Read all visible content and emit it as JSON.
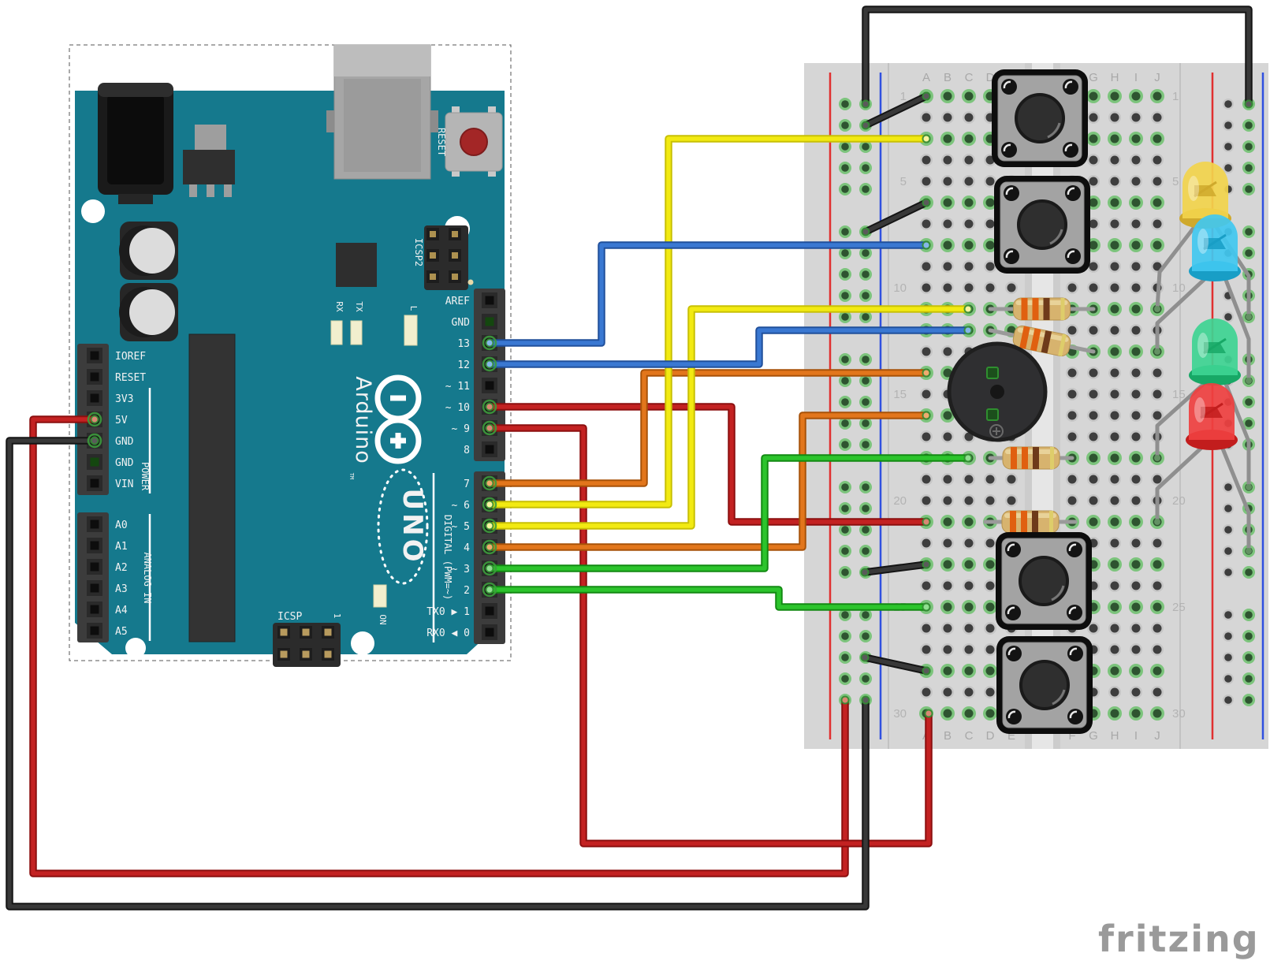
{
  "board": {
    "brand": "Arduino",
    "trademark": "TM",
    "model": "UNO",
    "reset_label": "RESET",
    "icsp2_label": "ICSP2",
    "icsp_label": "ICSP",
    "icsp_pin1": "1",
    "on_label": "ON",
    "rx_label": "RX",
    "tx_label": "TX",
    "l_label": "L",
    "power_caption": "POWER",
    "analog_caption": "ANALOG IN",
    "digital_caption": "DIGITAL (PWM=~)",
    "power_pins": [
      "IOREF",
      "RESET",
      "3V3",
      "5V",
      "GND",
      "GND",
      "VIN"
    ],
    "analog_pins": [
      "A0",
      "A1",
      "A2",
      "A3",
      "A4",
      "A5"
    ],
    "digital_pins_top": [
      "AREF",
      "GND",
      "13",
      "12",
      "~ 11",
      "~ 10",
      "~ 9",
      "8"
    ],
    "digital_pins_bottom": [
      "7",
      "~ 6",
      "~ 5",
      "4",
      "~ 3",
      "2",
      "TX0 ▶ 1",
      "RX0 ◀ 0"
    ]
  },
  "breadboard": {
    "column_letters": [
      "A",
      "B",
      "C",
      "D",
      "E",
      "F",
      "G",
      "H",
      "I",
      "J"
    ],
    "row_numbers": [
      "1",
      "5",
      "10",
      "15",
      "20",
      "25",
      "30"
    ]
  },
  "watermark": {
    "text": "fritzing"
  },
  "components": {
    "pushbuttons": [
      "pushbutton-1",
      "pushbutton-2",
      "pushbutton-3",
      "pushbutton-4"
    ],
    "leds": [
      "yellow",
      "blue",
      "green",
      "red"
    ],
    "resistors": [
      "resistor-1",
      "resistor-2",
      "resistor-3",
      "resistor-4"
    ],
    "buzzer": "piezo-buzzer"
  },
  "wires": [
    {
      "name": "wire-rail-link-black",
      "color": "black"
    },
    {
      "name": "wire-5v-red",
      "color": "red"
    },
    {
      "name": "wire-gnd-black",
      "color": "black"
    },
    {
      "name": "wire-pin10-red",
      "color": "red"
    },
    {
      "name": "wire-pin9-red",
      "color": "red"
    },
    {
      "name": "wire-pin7-orange",
      "color": "orange"
    },
    {
      "name": "wire-pin4-orange",
      "color": "orange"
    },
    {
      "name": "wire-pin6-yellow",
      "color": "yellow"
    },
    {
      "name": "wire-pin5-yellow",
      "color": "yellow"
    },
    {
      "name": "wire-pin3-green",
      "color": "green"
    },
    {
      "name": "wire-pin2-green",
      "color": "green"
    },
    {
      "name": "wire-pin13-blue",
      "color": "blue"
    },
    {
      "name": "wire-pin12-blue",
      "color": "blue"
    },
    {
      "name": "jumper-rail-a1",
      "color": "black"
    },
    {
      "name": "jumper-rail-a6",
      "color": "black"
    },
    {
      "name": "jumper-rail-a23",
      "color": "black"
    },
    {
      "name": "jumper-rail-a28",
      "color": "black"
    }
  ],
  "palette": {
    "board_teal": "#15798d",
    "board_edge": "#0e5b6b",
    "breadboard_gray": "#d6d6d6",
    "rail_red_line": "#e03030",
    "rail_blue_line": "#3050e0",
    "hole_dark": "#3e3e3e",
    "hole_well": "#c6c6c6",
    "hole_connected_ring": "#7cc47c",
    "hole_connected_center": "#2e5430",
    "wire_red": "#c32222",
    "wire_red_dark": "#8c0f0f",
    "wire_red_cap": "#d98873",
    "wire_black": "#383838",
    "wire_black_dark": "#151515",
    "wire_black_cap": "#5a5a5a",
    "wire_blue": "#3a78d2",
    "wire_blue_dark": "#20509c",
    "wire_blue_cap": "#85b6e8",
    "wire_yellow": "#f2ea12",
    "wire_yellow_dark": "#c8c005",
    "wire_yellow_cap": "#f8f4a0",
    "wire_orange": "#e2761c",
    "wire_orange_dark": "#a85208",
    "wire_orange_cap": "#efab6e",
    "wire_green": "#2cc42c",
    "wire_green_dark": "#128a12",
    "wire_green_cap": "#8fe08f",
    "led_yellow": "#f2d44c",
    "led_blue": "#41c8f0",
    "led_green": "#3ed492",
    "led_red": "#ef4040",
    "resistor_body": "#d7b36e",
    "band_orange": "#e06010",
    "band_brown": "#6e3a1a",
    "band_gold": "#decd6a",
    "label_white": "#f2f2f2",
    "breadboard_label": "#a8a8a8",
    "watermark_gray": "#9a9a9a"
  }
}
